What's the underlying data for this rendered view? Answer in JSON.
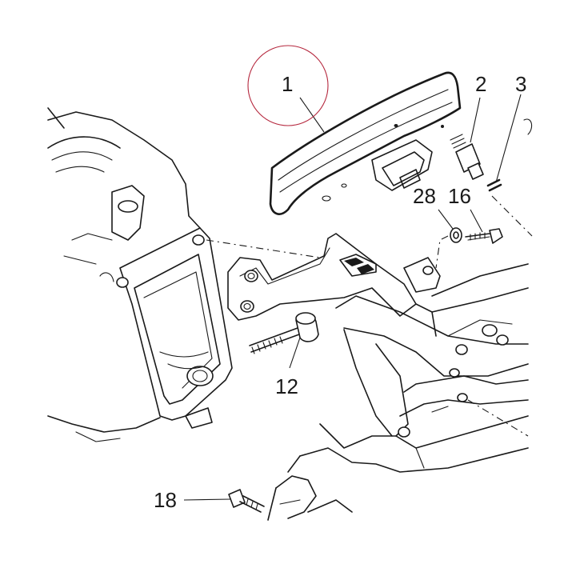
{
  "diagram": {
    "callouts": [
      {
        "id": "c1",
        "label": "1"
      },
      {
        "id": "c2",
        "label": "2"
      },
      {
        "id": "c3",
        "label": "3"
      },
      {
        "id": "c28",
        "label": "28"
      },
      {
        "id": "c16",
        "label": "16"
      },
      {
        "id": "c12",
        "label": "12"
      },
      {
        "id": "c18",
        "label": "18"
      }
    ],
    "highlight_color": "#b5283e",
    "line_color": "#1a1a1a"
  }
}
